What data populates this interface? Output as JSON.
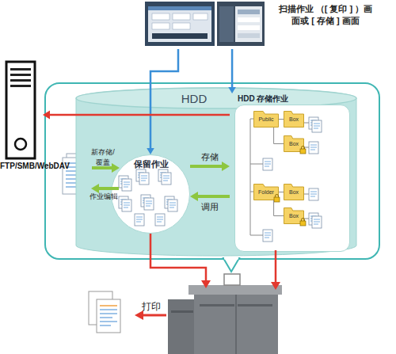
{
  "diagram": {
    "nodes": [
      {
        "text": [
          "扫描作业 （[ 复印 ] ）画面或 [ 存储 ] 画面"
        ]
      },
      {
        "text": [
          "FTP/SMB/WebDAV"
        ]
      },
      {
        "text": [
          "HDD"
        ]
      },
      {
        "text": [
          "保留作业"
        ],
        "in": 2
      },
      {
        "text": [
          "HDD 存储作业"
        ],
        "in": 2
      },
      {
        "text": [
          "Public"
        ],
        "in": 4
      },
      {
        "text": [
          "Box"
        ],
        "in": 4
      },
      {
        "text": [
          "Box"
        ],
        "in": 4
      },
      {
        "text": [
          "Folder"
        ],
        "in": 4
      },
      {
        "text": [
          "Box"
        ],
        "in": 4
      },
      {
        "text": [
          "Box"
        ],
        "in": 4
      }
    ],
    "edges": [
      {
        "from": 0,
        "to": 3,
        "arrow": "to"
      },
      {
        "from": 0,
        "to": 4,
        "arrow": "to"
      },
      {
        "from": 4,
        "to": 1,
        "arrow": "to"
      },
      {
        "from": 3,
        "to": 4,
        "label": "存储",
        "arrow": "to"
      },
      {
        "from": 4,
        "to": 3,
        "label": "调用",
        "arrow": "to"
      },
      {
        "from": 5,
        "to": 6,
        "arrow": "none"
      },
      {
        "from": 5,
        "to": 7,
        "arrow": "none"
      },
      {
        "from": 8,
        "to": 9,
        "arrow": "none"
      },
      {
        "from": 8,
        "to": 10,
        "arrow": "none"
      }
    ],
    "labels": [
      "新存储/ 覆盖",
      "作业编辑",
      "打印"
    ]
  }
}
